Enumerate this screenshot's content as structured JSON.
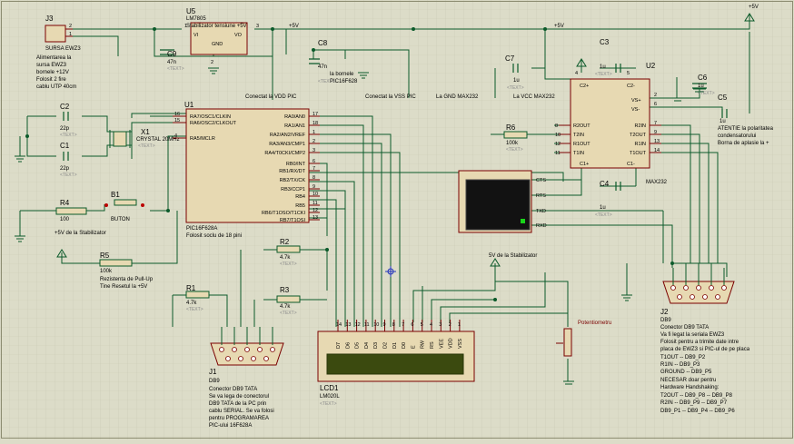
{
  "j3": {
    "ref": "J3",
    "part": "SURSA EWZ3",
    "pin_top": "2",
    "pin_bot": "1",
    "notes": [
      "Alimentarea la",
      "sursa EWZ3",
      "bornele +12V",
      "Folosit 2 fire",
      "cablu UTP 40cm"
    ]
  },
  "u5": {
    "ref": "U5",
    "part": "LM7805",
    "desc": "Stabilizator tensiune +5V",
    "pins": [
      "1",
      "3",
      "2"
    ],
    "vi": "VI",
    "vo": "VO",
    "gnd": "GND"
  },
  "c9": {
    "ref": "C9",
    "val": "47n",
    "txt": "<TEXT>"
  },
  "c8": {
    "ref": "C8",
    "val": "47n",
    "note": "la bornele",
    "note2": "PIC16F628",
    "txt": "<TEXT>"
  },
  "c7": {
    "ref": "C7",
    "val": "1u",
    "txt": "<TEXT>"
  },
  "c3": {
    "ref": "C3",
    "val": "1u",
    "txt": "<TEXT>"
  },
  "c6": {
    "ref": "C6",
    "val": "1u",
    "txt": "<TEXT>"
  },
  "c5": {
    "ref": "C5",
    "val": "1u",
    "notes": [
      "ATENTIE la polaritatea",
      "condensatorului",
      "Borna de aplasie la +"
    ]
  },
  "c4": {
    "ref": "C4",
    "val": "1u",
    "txt": "<TEXT>"
  },
  "c2": {
    "ref": "C2",
    "val": "22p",
    "txt": "<TEXT>"
  },
  "c1": {
    "ref": "C1",
    "val": "22p",
    "txt": "<TEXT>"
  },
  "x1": {
    "ref": "X1",
    "val": "CRYSTAL 20MHz",
    "txt": "<TEXT>"
  },
  "vcc": {
    "net": "+5V",
    "top_right": "+5V",
    "to_u2": "+5V"
  },
  "notes": {
    "vdd_pic": "Conectat la VDD PIC",
    "vss_pic": "Conectat la VSS PIC",
    "gnd_max": "La GND MAX232",
    "vcc_max": "La VCC MAX232"
  },
  "u1": {
    "ref": "U1",
    "part": "PIC16F628A",
    "desc": "Folosit soclu de 18 pini",
    "left": [
      {
        "n": "16",
        "t": "RA7/OSC1/CLKIN"
      },
      {
        "n": "15",
        "t": "RA6/OSC2/CLKOUT"
      },
      {
        "n": "4",
        "t": "RA5/MCLR"
      }
    ],
    "right": [
      {
        "n": "17",
        "t": "RA0/AN0"
      },
      {
        "n": "18",
        "t": "RA1/AN1"
      },
      {
        "n": "1",
        "t": "RA2/AN2/VREF"
      },
      {
        "n": "2",
        "t": "RA3/AN3/CMP1"
      },
      {
        "n": "3",
        "t": "RA4/T0CKI/CMP2"
      },
      {
        "n": "6",
        "t": "RB0/INT"
      },
      {
        "n": "7",
        "t": "RB1/RX/DT"
      },
      {
        "n": "8",
        "t": "RB2/TX/CK"
      },
      {
        "n": "9",
        "t": "RB3/CCP1"
      },
      {
        "n": "10",
        "t": "RB4"
      },
      {
        "n": "11",
        "t": "RB5"
      },
      {
        "n": "12",
        "t": "RB6/T1OSO/T1CKI"
      },
      {
        "n": "13",
        "t": "RB7/T1OSI"
      }
    ]
  },
  "r4": {
    "ref": "R4",
    "val": "100"
  },
  "b1": {
    "ref": "B1",
    "val": "BUTON",
    "note": "+5V de la Stabilizator"
  },
  "r5": {
    "ref": "R5",
    "val": "100k",
    "notes": [
      "Rezistenta de Pull-Up",
      "Tine Resetul la +5V"
    ]
  },
  "r1": {
    "ref": "R1",
    "val": "4.7k",
    "txt": "<TEXT>"
  },
  "r2": {
    "ref": "R2",
    "val": "4.7k",
    "txt": "<TEXT>"
  },
  "r3": {
    "ref": "R3",
    "val": "4.7k",
    "txt": "<TEXT>"
  },
  "r6": {
    "ref": "R6",
    "val": "100k",
    "txt": "<TEXT>"
  },
  "u2": {
    "ref": "U2",
    "part": "MAX232",
    "left": [
      {
        "n": "8",
        "t": "R2OUT"
      },
      {
        "n": "10",
        "t": "T2IN"
      },
      {
        "n": "12",
        "t": "R1OUT"
      },
      {
        "n": "11",
        "t": "T1IN"
      }
    ],
    "right": [
      {
        "n": "7",
        "t": "R2IN"
      },
      {
        "n": "9",
        "t": "T2OUT"
      },
      {
        "n": "13",
        "t": "R1IN"
      },
      {
        "n": "14",
        "t": "T1OUT"
      }
    ],
    "top": [
      "C2+",
      "C2-"
    ],
    "vs": [
      "VS+",
      "VS-"
    ],
    "bot": [
      "C1+",
      "C1-"
    ],
    "top_pins": [
      "4",
      "5"
    ],
    "vs_pins": [
      "2",
      "6"
    ]
  },
  "term": {
    "pins": [
      "CTS",
      "RTS",
      "TXD",
      "RXD"
    ]
  },
  "lcd1": {
    "ref": "LCD1",
    "part": "LM020L",
    "pins": [
      {
        "n": "14",
        "t": "D7"
      },
      {
        "n": "13",
        "t": "D6"
      },
      {
        "n": "12",
        "t": "D5"
      },
      {
        "n": "11",
        "t": "D4"
      },
      {
        "n": "10",
        "t": "D3"
      },
      {
        "n": "9",
        "t": "D2"
      },
      {
        "n": "8",
        "t": "D1"
      },
      {
        "n": "7",
        "t": "D0"
      },
      {
        "n": "6",
        "t": "E"
      },
      {
        "n": "5",
        "t": "RW"
      },
      {
        "n": "4",
        "t": "RS"
      },
      {
        "n": "3",
        "t": "VEE"
      },
      {
        "n": "2",
        "t": "VDD"
      },
      {
        "n": "1",
        "t": "VSS"
      }
    ],
    "txt": "<TEXT>"
  },
  "pot": {
    "label": "Potentiometru",
    "supply": "5V de la Stabilizator"
  },
  "j1": {
    "ref": "J1",
    "part": "DB9",
    "notes": [
      "Conector DB9 TATA",
      "Se va lega de conectorul",
      "DB9 TATA de la PC prin",
      "cablu SERIAL. Se va folosi",
      "pentru PROGRAMAREA",
      "PIC-ului 16F628A"
    ]
  },
  "j2": {
    "ref": "J2",
    "part": "DB9",
    "notes": [
      "Conector DB9 TATA",
      "Va fi legat la seriala EWZ3",
      "Folosit pentru a trimite date intre",
      "placa de EWZ3 si PIC-ul de pe placa",
      "T1OUT -- DB9_P2",
      "R1IN -- DB9_P3",
      "GROUND -- DB9_P5",
      "NECESAR doar pentru",
      "Hardware Handshaking:",
      "T2OUT -- DB9_P8 -- DB9_P8",
      "R2IN -- DB9_P9 -- DB9_P7",
      "DB9_P1 -- DB9_P4 -- DB9_P6"
    ]
  }
}
